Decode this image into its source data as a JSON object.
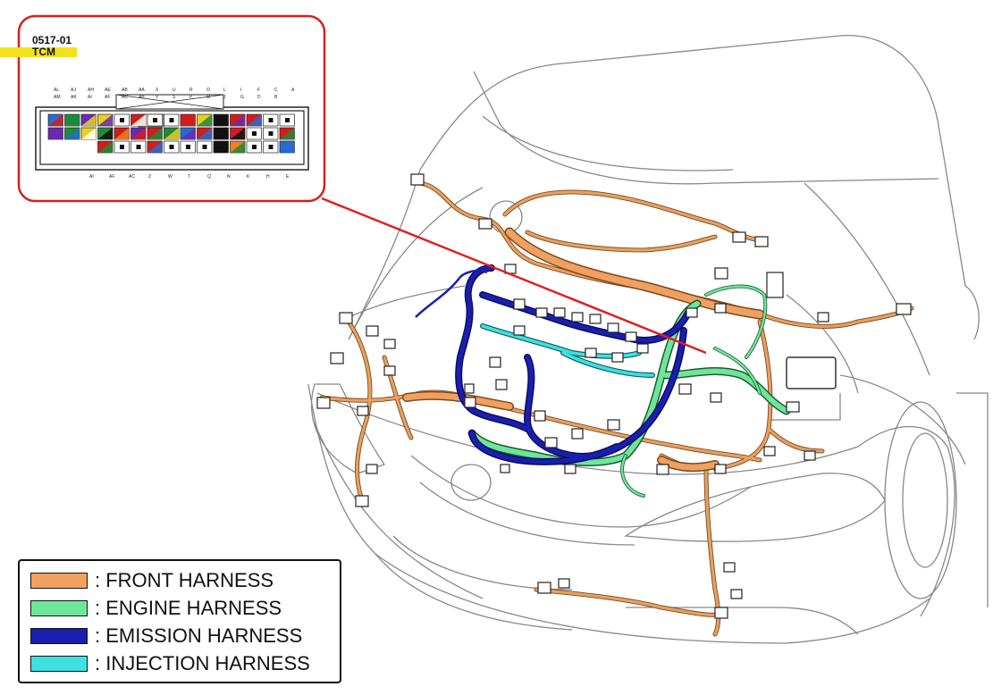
{
  "connector": {
    "code": "0517-01",
    "name": "TCM",
    "top_pins": [
      "AL",
      "AJ",
      "AH",
      "AE",
      "AB",
      "AA",
      "X",
      "U",
      "R",
      "O",
      "L",
      "I",
      "F",
      "C",
      "A"
    ],
    "top_pins2": [
      "AM",
      "AK",
      "AI",
      "AF",
      "AC",
      "AB",
      "V",
      "S",
      "P",
      "M",
      "J",
      "G",
      "D",
      "B"
    ],
    "bottom_pins": [
      "AI",
      "AF",
      "AC",
      "Z",
      "W",
      "T",
      "Q",
      "N",
      "K",
      "H",
      "E"
    ]
  },
  "legend": {
    "items": [
      {
        "label": ": FRONT HARNESS",
        "color": "#f0a060"
      },
      {
        "label": ": ENGINE HARNESS",
        "color": "#6ee69a"
      },
      {
        "label": ": EMISSION HARNESS",
        "color": "#1a1fb0"
      },
      {
        "label": ": INJECTION HARNESS",
        "color": "#3fe0e0"
      }
    ]
  },
  "colors": {
    "callout_red": "#e02020",
    "highlight_yellow": "#f3e21b",
    "front": "#e8a060",
    "engine": "#6ee69a",
    "emission": "#1a1fb0",
    "injection": "#3fe0e0"
  }
}
